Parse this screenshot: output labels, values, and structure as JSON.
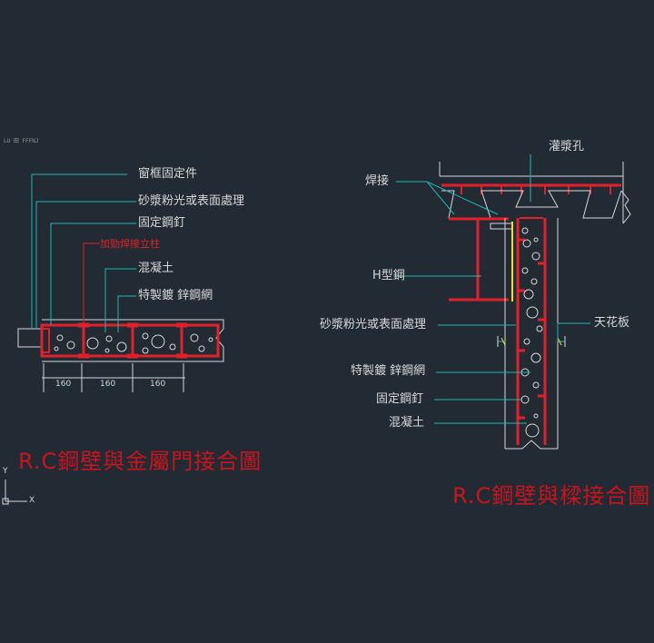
{
  "colors": {
    "background": "#222a33",
    "leader": "#1fb8b8",
    "steel": "#e0202a",
    "outline": "#d8d8d8",
    "yellow": "#f0e020"
  },
  "left_detail": {
    "title": "R.C鋼壁與金屬門接合圖",
    "labels": [
      "窗框固定件",
      "砂漿粉光或表面處理",
      "固定鋼釘",
      "加勁焊接立柱",
      "混凝土",
      "特製鍍 鋅鋼網"
    ],
    "dimensions": [
      "160",
      "160",
      "160"
    ],
    "corner_note": "LU 田 FFFNJ"
  },
  "right_detail": {
    "title": "R.C鋼壁與樑接合圖",
    "labels_top": [
      "灌漿孔",
      "焊接"
    ],
    "labels_left": [
      "H型鋼",
      "砂漿粉光或表面處理",
      "特製鍍 鋅鋼網",
      "固定鋼釘",
      "混凝土"
    ],
    "labels_right": [
      "天花板"
    ]
  },
  "axis_icon": {
    "x": "X",
    "y": "Y"
  }
}
